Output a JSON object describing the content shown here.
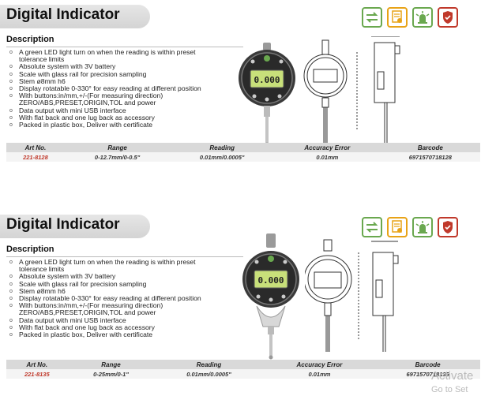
{
  "products": [
    {
      "title": "Digital Indicator",
      "description_heading": "Description",
      "features": [
        "A green LED light turn on when the reading is within preset tolerance limits",
        "Absolute system with 3V battery",
        "Scale with glass rail for precision sampling",
        "Stem  ø8mm h6",
        "Display rotatable 0-330° for easy reading at different position",
        "With buttons:in/mm,+/-(For measuring direction) ZERO/ABS,PRESET,ORIGIN,TOL and power",
        "Data output with mini USB interface",
        "With flat back and one lug back as accessory",
        "Packed in plastic box, Deliver with certificate"
      ],
      "display_reading": "0.000",
      "table": {
        "headers": [
          "Art No.",
          "Range",
          "Reading",
          "Accuracy Error",
          "Barcode"
        ],
        "row": [
          "221-8128",
          "0-12.7mm/0-0.5\"",
          "0.01mm/0.0005\"",
          "0.01mm",
          "6971570718128"
        ]
      }
    },
    {
      "title": "Digital Indicator",
      "description_heading": "Description",
      "features": [
        "A green LED light turn on when the reading is within preset tolerance limits",
        "Absolute system with 3V battery",
        "Scale with glass rail for precision sampling",
        "Stem  ø8mm h6",
        "Display rotatable 0-330° for easy reading at different position",
        "With buttons:in/mm,+/-(For measuring direction) ZERO/ABS,PRESET,ORIGIN,TOL and power",
        "Data output with mini USB interface",
        "With flat back and one lug back as accessory",
        "Packed in plastic box, Deliver with certificate"
      ],
      "display_reading": "0.000",
      "table": {
        "headers": [
          "Art No.",
          "Range",
          "Reading",
          "Accuracy Error",
          "Barcode"
        ],
        "row": [
          "221-8135",
          "0-25mm/0-1\"",
          "0.01mm/0.0005\"",
          "0.01mm",
          "6971570718135"
        ]
      }
    }
  ],
  "icons": [
    "transfer-arrows-icon",
    "certificate-icon",
    "led-light-icon",
    "shield-icon"
  ],
  "colors": {
    "icon_green": "#6aa84f",
    "icon_red": "#c0392b",
    "art_no": "#c0392b",
    "lcd": "#c8e07a"
  },
  "watermark": {
    "line1": "Activate",
    "line2": "Go to Set"
  }
}
